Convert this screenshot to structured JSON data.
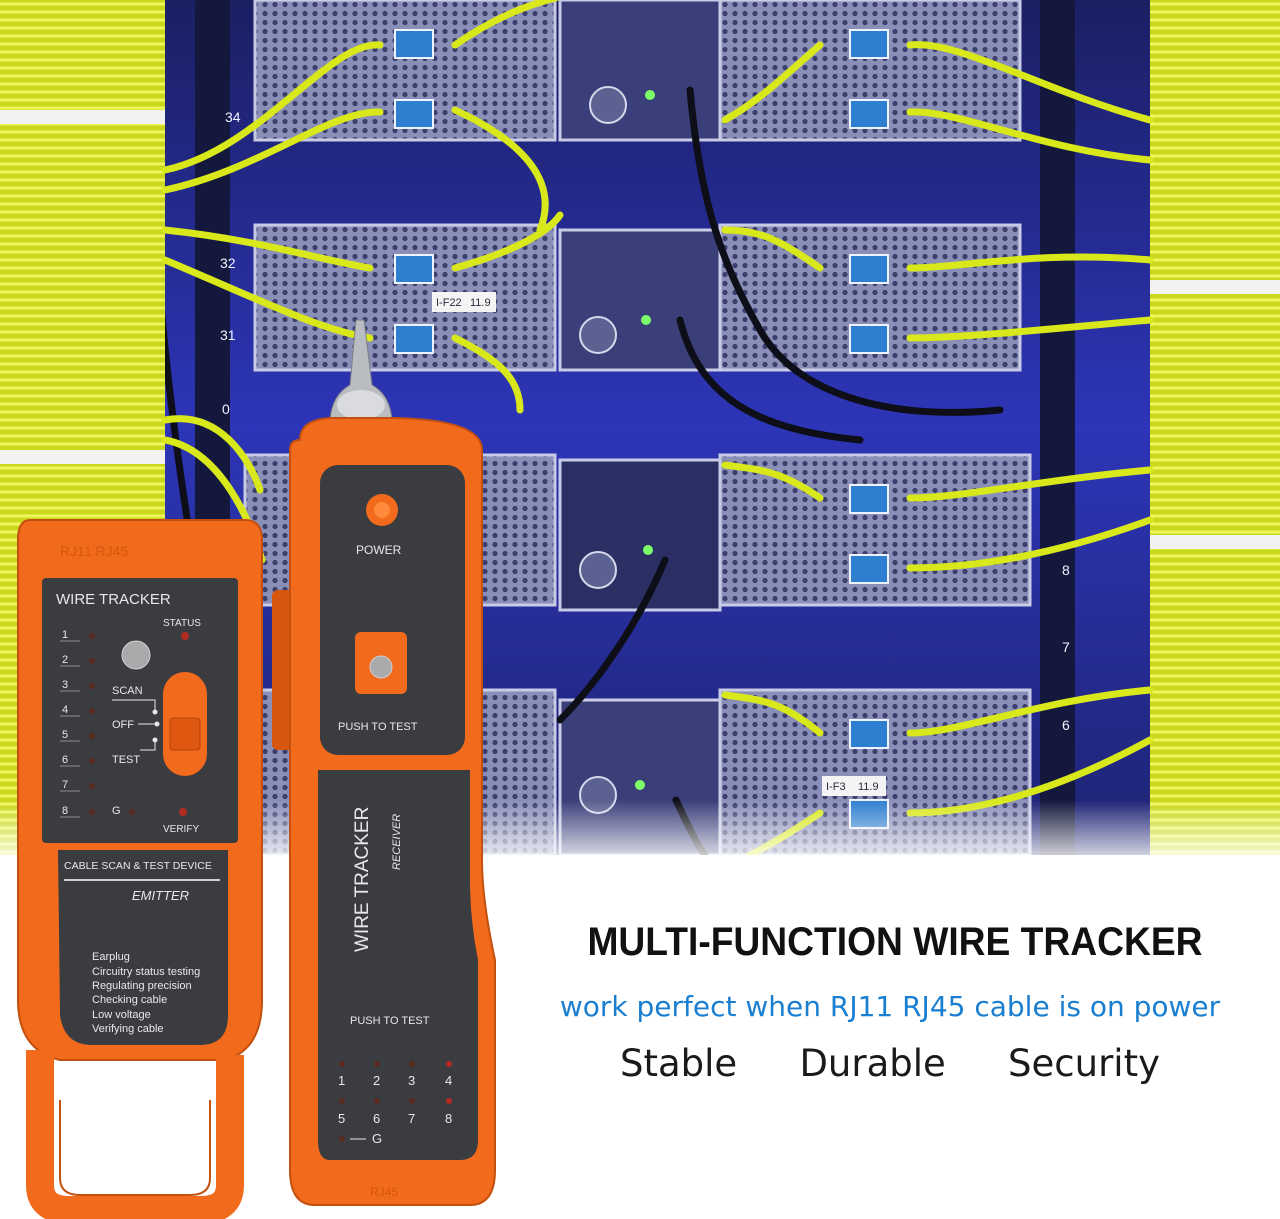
{
  "headline": "MULTI-FUNCTION WIRE TRACKER",
  "subheadline": "work perfect when RJ11 RJ45 cable is on power",
  "features": [
    "Stable",
    "Durable",
    "Security"
  ],
  "rack_unit_labels": [
    "34",
    "32",
    "31",
    "0",
    "8",
    "7",
    "6"
  ],
  "rack_tags": [
    "I-F22",
    "11.9",
    "I-F3",
    "11.9"
  ],
  "emitter": {
    "port_label": "RJ11  RJ45",
    "title": "WIRE TRACKER",
    "status_label": "STATUS",
    "led_numbers": [
      "1",
      "2",
      "3",
      "4",
      "5",
      "6",
      "7",
      "8"
    ],
    "g_label": "G",
    "verify_label": "VERIFY",
    "switch_labels": [
      "SCAN",
      "OFF",
      "TEST"
    ],
    "device_label": "CABLE SCAN & TEST DEVICE",
    "model_label": "EMITTER",
    "features": [
      "Earplug",
      "Circuitry status testing",
      "Regulating precision",
      "Checking cable",
      "Low voltage",
      "Verifying cable"
    ]
  },
  "receiver": {
    "power_label": "POWER",
    "push_label_top": "PUSH TO TEST",
    "title": "WIRE TRACKER",
    "subtitle": "RECEIVER",
    "push_label_bottom": "PUSH TO TEST",
    "led_numbers": [
      "1",
      "2",
      "3",
      "4",
      "5",
      "6",
      "7",
      "8"
    ],
    "g_label": "G",
    "port_label": "RJ45"
  },
  "colors": {
    "device_orange": "#f26a1b",
    "panel_dark": "#3a3c40",
    "cable_yellow": "#d8e81a",
    "rack_blue": "#2a2f9e",
    "subheadline_blue": "#1a7fd1"
  }
}
